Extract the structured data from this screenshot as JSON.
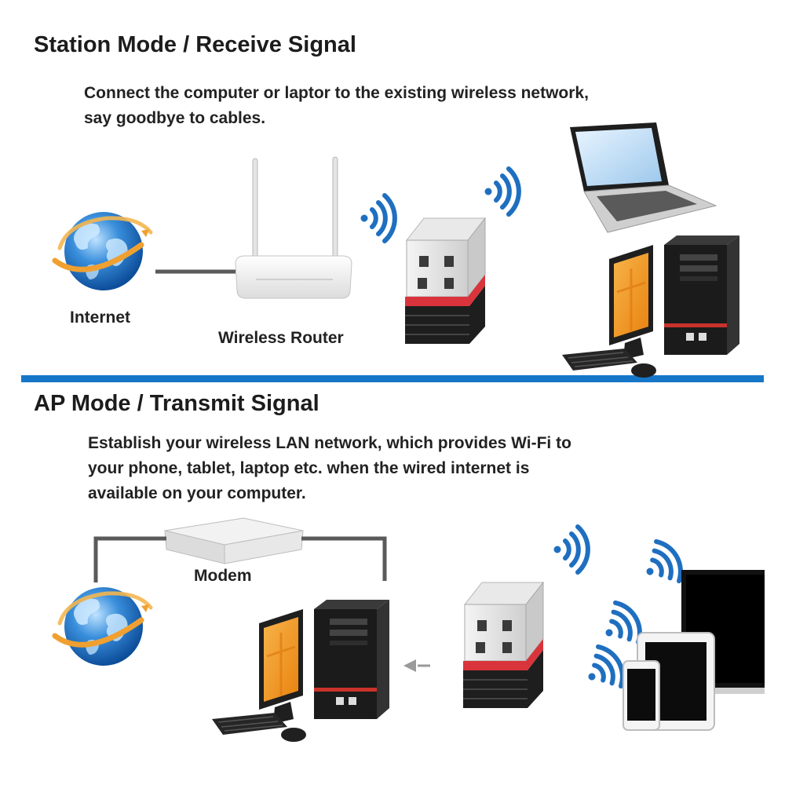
{
  "station": {
    "heading": "Station Mode / Receive Signal",
    "description_line1": "Connect the computer or laptor to the existing wireless network,",
    "description_line2": "say goodbye to cables.",
    "labels": {
      "internet": "Internet",
      "router": "Wireless Router"
    }
  },
  "ap": {
    "heading": "AP Mode / Transmit Signal",
    "description_line1": "Establish your wireless LAN network, which provides Wi-Fi to",
    "description_line2": "your phone, tablet, laptop etc. when the wired internet is",
    "description_line3": "available on your computer.",
    "labels": {
      "modem": "Modem"
    }
  },
  "colors": {
    "divider": "#1677c8",
    "wifi_blue": "#1f6fc0",
    "globe_blue": "#2a7fd0",
    "globe_ring": "#f0a030",
    "monitor_screen": "#f39a1e",
    "adapter_red": "#d9343c"
  },
  "icons": [
    "globe-icon",
    "router-icon",
    "usb-adapter-icon",
    "wifi-icon",
    "laptop-icon",
    "desktop-pc-icon",
    "modem-icon",
    "arrow-left-icon",
    "tablet-icon",
    "phone-icon",
    "monitor-icon"
  ]
}
